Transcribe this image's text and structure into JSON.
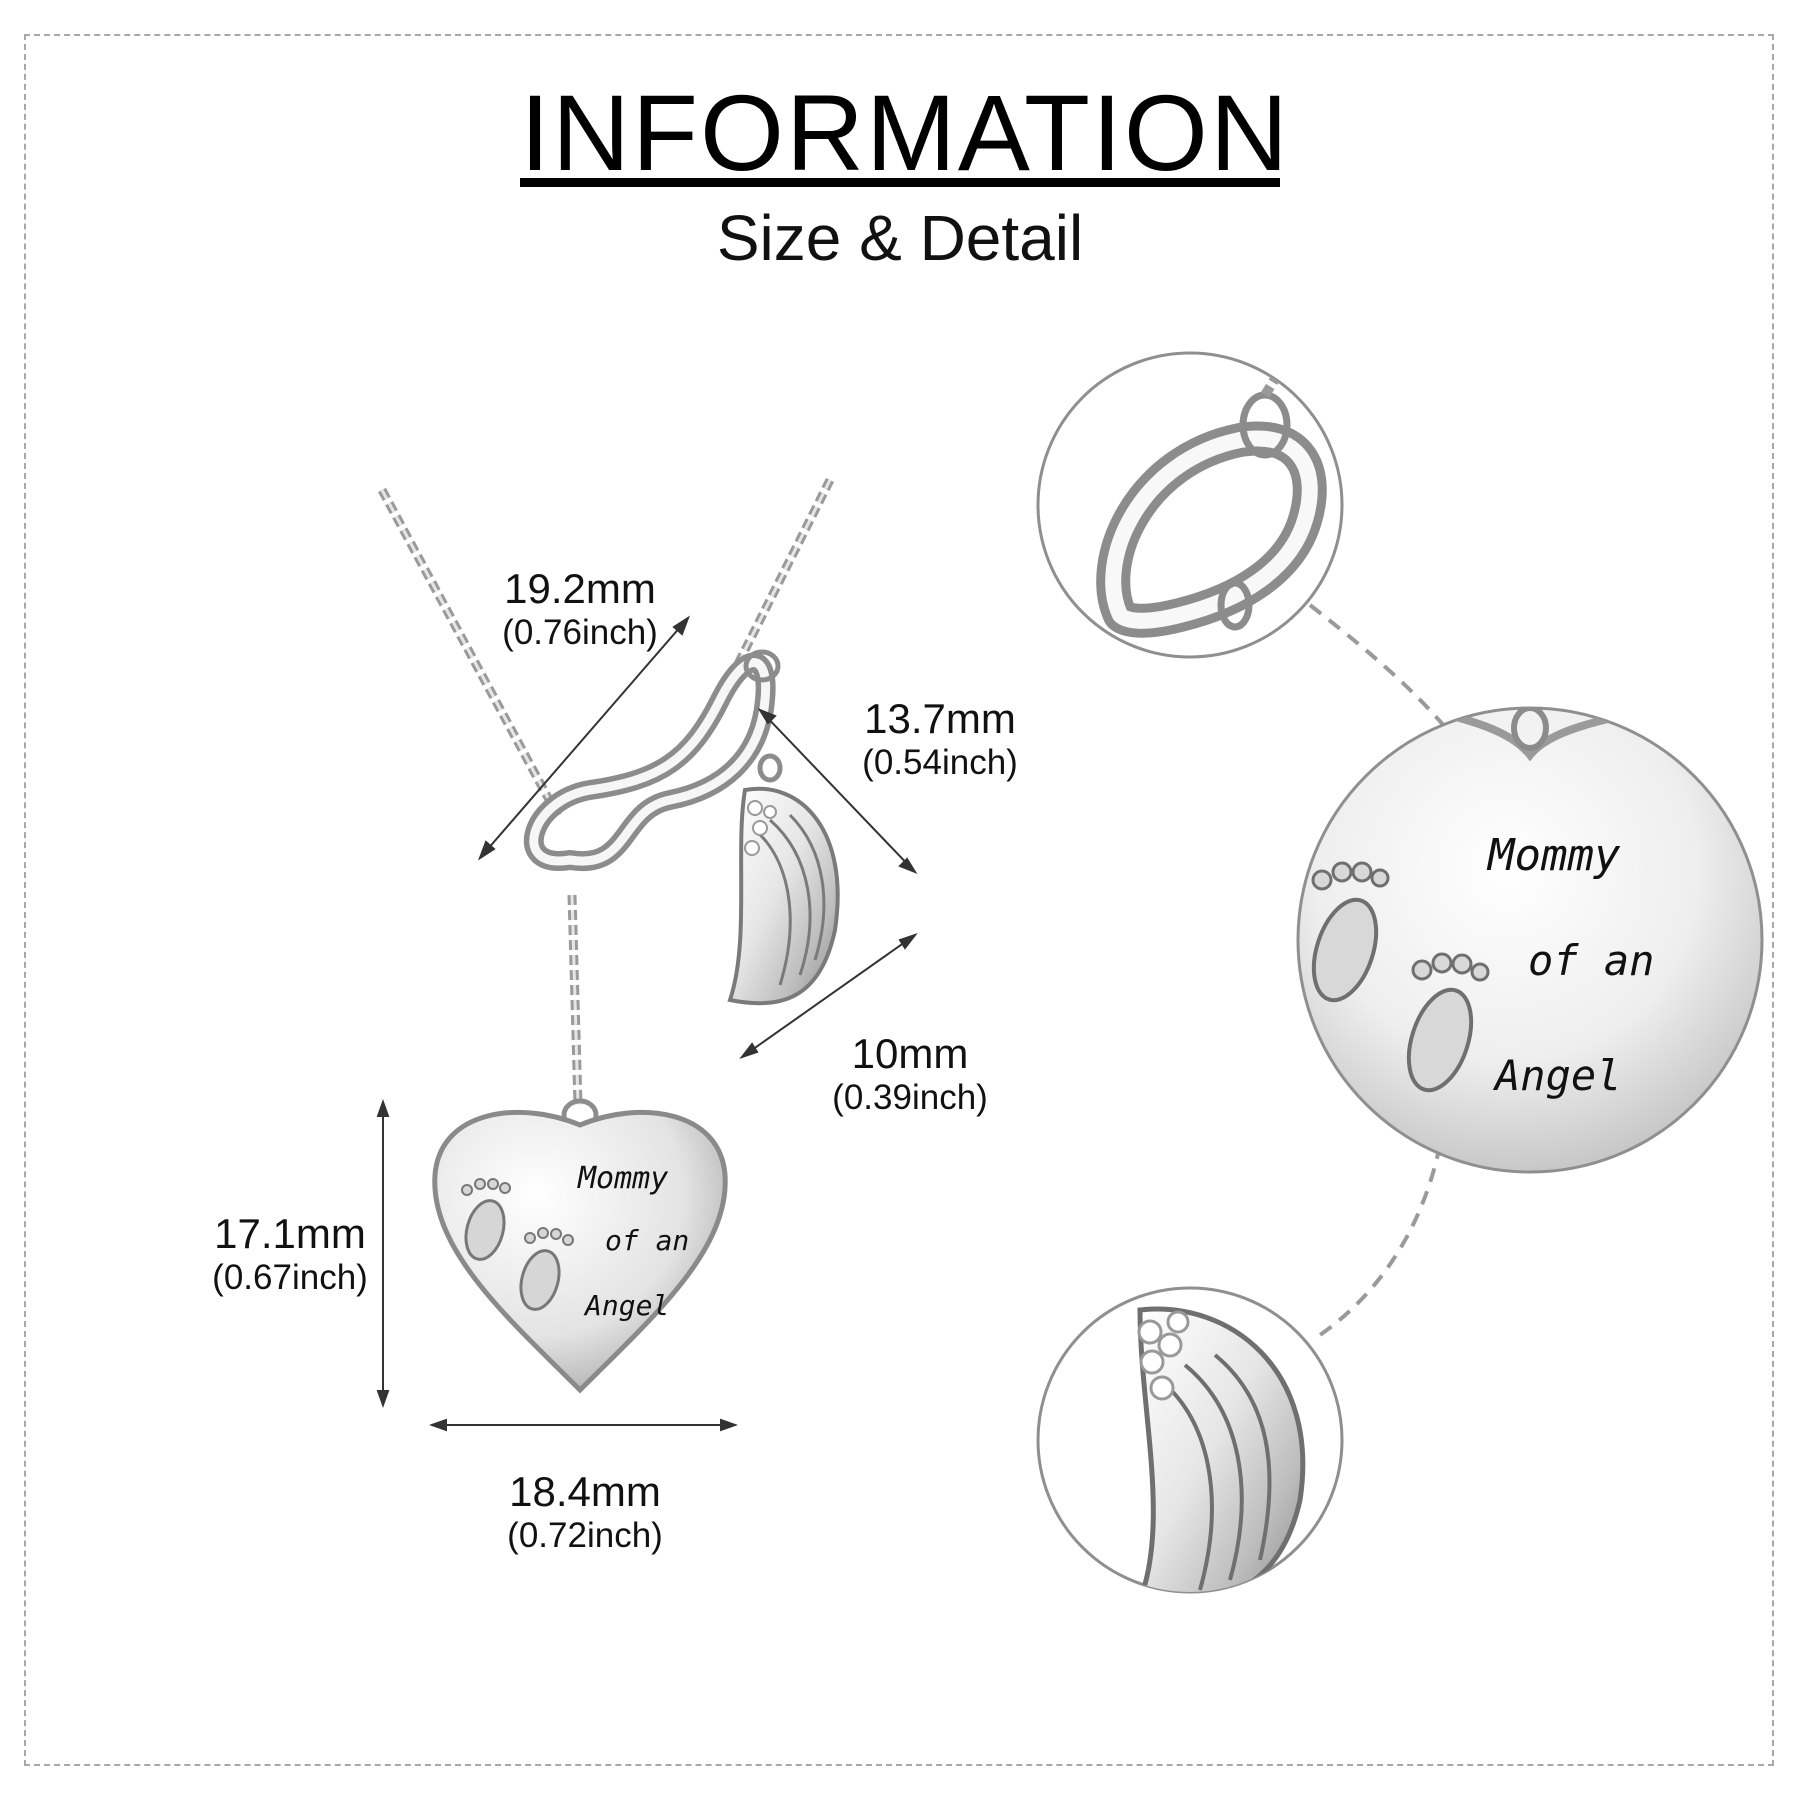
{
  "header": {
    "title": "INFORMATION",
    "subtitle": "Size & Detail"
  },
  "dimensions": {
    "chain_width": {
      "mm": "19.2mm",
      "inch": "(0.76inch)"
    },
    "wing_length": {
      "mm": "13.7mm",
      "inch": "(0.54inch)"
    },
    "wing_width": {
      "mm": "10mm",
      "inch": "(0.39inch)"
    },
    "heart_height": {
      "mm": "17.1mm",
      "inch": "(0.67inch)"
    },
    "heart_width": {
      "mm": "18.4mm",
      "inch": "(0.72inch)"
    }
  },
  "engraving": {
    "line1": "Mommy",
    "line2": "of an",
    "line3": "Angel"
  },
  "colors": {
    "frame": "#a8a8a8",
    "silver_light": "#f4f4f4",
    "silver_mid": "#c8c8c8",
    "silver_dark": "#7d7d7d",
    "engraving_ink": "#111111"
  }
}
